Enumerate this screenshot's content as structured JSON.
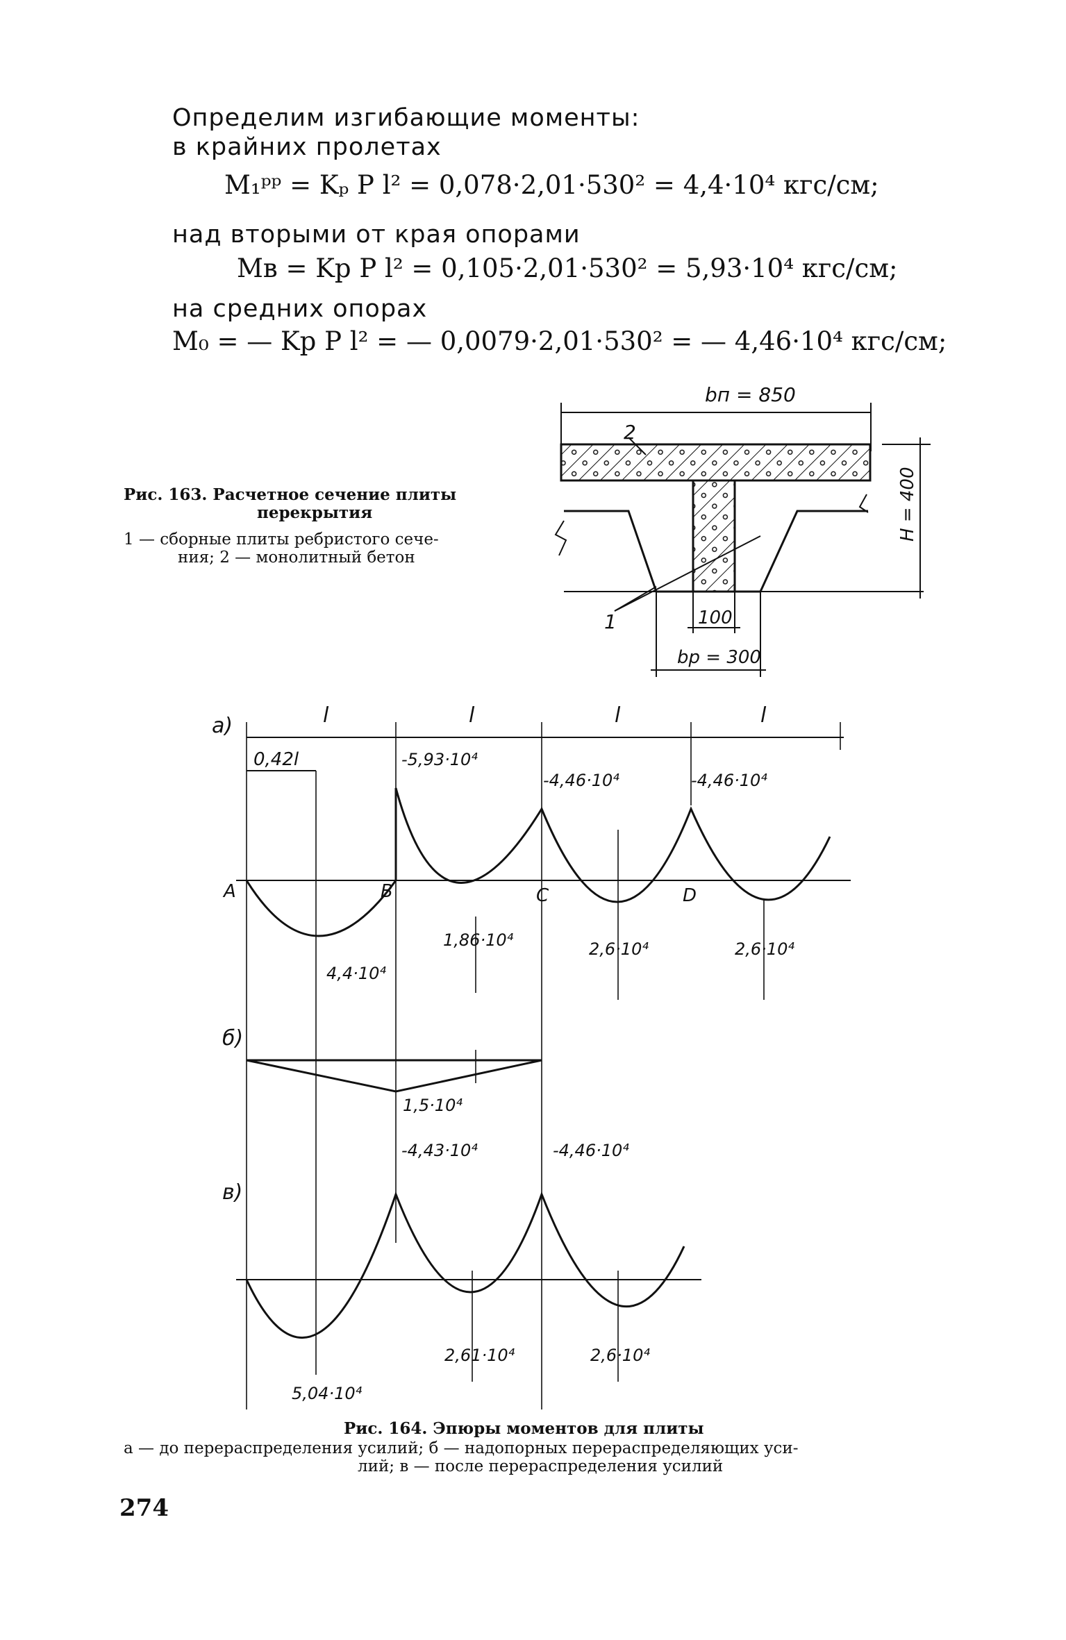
{
  "text": {
    "intro": "Определим изгибающие моменты:",
    "span_edge": "в крайних пролетах",
    "eq1": "M₁ᵖᵖ = Kₚ P l² = 0,078·2,01·530² = 4,4·10⁴ кгс/см;",
    "over_second": "над вторыми от края опорами",
    "eq2": "Mв = Kр P l² = 0,105·2,01·530² = 5,93·10⁴ кгс/см;",
    "mid_supports": "на средних опорах",
    "eq3": "M₀ = — Kр P l² = — 0,0079·2,01·530² = — 4,46·10⁴ кгс/см;"
  },
  "fig163": {
    "caption_title": "Рис. 163. Расчетное сечение плиты перекрытия",
    "caption_title_1": "Рис. 163. Расчетное сечение плиты",
    "caption_title_2": "перекрытия",
    "caption_text_1": "1 — сборные плиты ребристого сече-",
    "caption_text_2": "ния; 2 — монолитный бетон",
    "labels": {
      "bn": "bп = 850",
      "h": "H = 400",
      "bp": "bр = 300",
      "rib": "100",
      "num1": "1",
      "num2": "2"
    }
  },
  "fig164": {
    "labels": {
      "a": "а)",
      "b": "б)",
      "v": "в)",
      "span": "l",
      "offset": "0,42l",
      "A": "A",
      "B": "B",
      "C": "C",
      "D": "D"
    },
    "values": {
      "a_support_B": "-5,93·10⁴",
      "a_support_C": "-4,46·10⁴",
      "a_support_D": "-4,46·10⁴",
      "a_span_1": "4,4·10⁴",
      "a_span_2": "1,86·10⁴",
      "a_span_3": "2,6·10⁴",
      "a_span_4": "2,6·10⁴",
      "b_value": "1,5·10⁴",
      "v_support_B": "-4,43·10⁴",
      "v_support_C": "-4,46·10⁴",
      "v_span_1": "5,04·10⁴",
      "v_span_2": "2,61·10⁴",
      "v_span_3": "2,6·10⁴"
    },
    "caption_title": "Рис. 164. Эпюры моментов для плиты",
    "caption_text_1": "а — до перераспределения усилий; б — надопорных перераспределяющих уси-",
    "caption_text_2": "лий; в — после перераспределения усилий"
  },
  "page_number": "274"
}
